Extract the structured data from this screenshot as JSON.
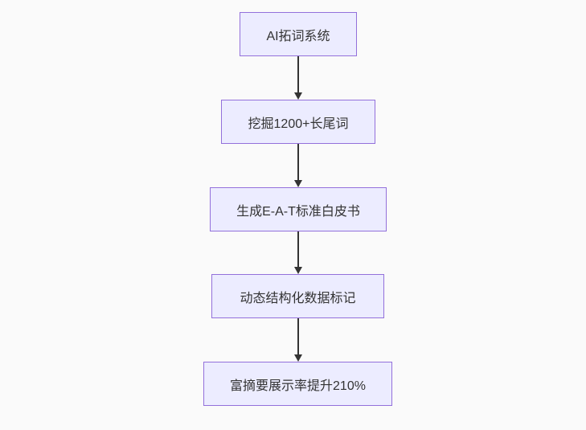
{
  "diagram": {
    "type": "flowchart",
    "direction": "top-down",
    "nodes": [
      {
        "label": "AI拓词系统"
      },
      {
        "label": "挖掘1200+长尾词"
      },
      {
        "label": "生成E-A-T标准白皮书"
      },
      {
        "label": "动态结构化数据标记"
      },
      {
        "label": "富摘要展示率提升210%"
      }
    ],
    "edges": [
      {
        "from": "AI拓词系统",
        "to": "挖掘1200+长尾词",
        "style": "arrow-down"
      },
      {
        "from": "挖掘1200+长尾词",
        "to": "生成E-A-T标准白皮书",
        "style": "arrow-down"
      },
      {
        "from": "生成E-A-T标准白皮书",
        "to": "动态结构化数据标记",
        "style": "arrow-down"
      },
      {
        "from": "动态结构化数据标记",
        "to": "富摘要展示率提升210%",
        "style": "arrow-down"
      }
    ],
    "colors": {
      "node_fill": "#ECECFF",
      "node_border": "#9370DB",
      "text": "#333333",
      "arrow": "#333333",
      "background": "#FAFAFA"
    }
  }
}
